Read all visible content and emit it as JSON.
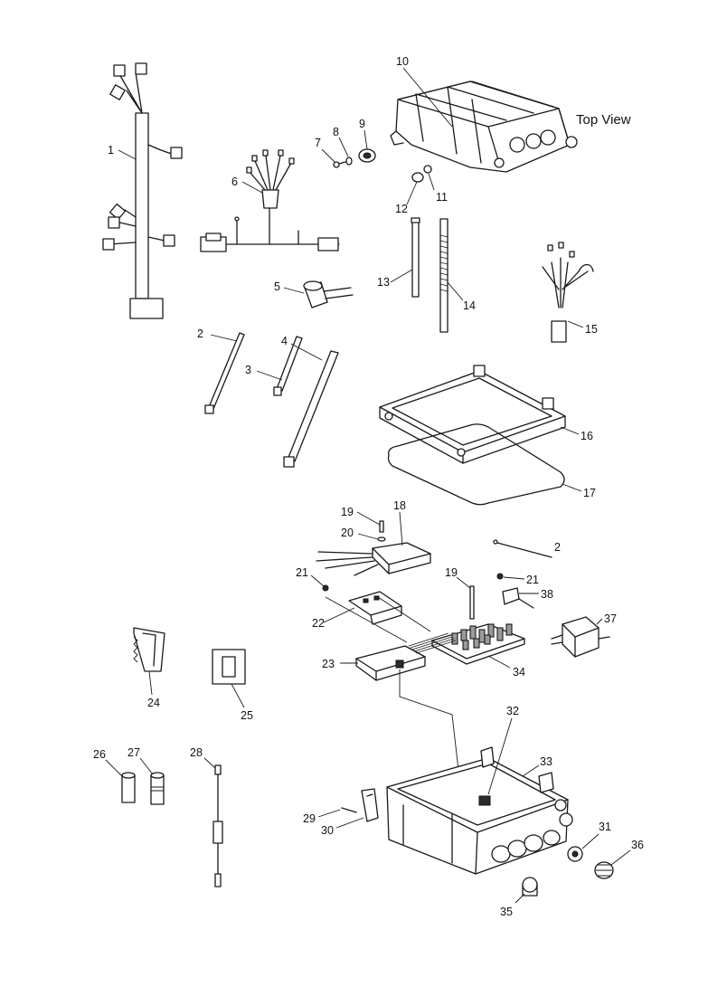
{
  "title": "Top View",
  "callouts": [
    {
      "id": "c1",
      "label": "1"
    },
    {
      "id": "c2a",
      "label": "2"
    },
    {
      "id": "c2b",
      "label": "2"
    },
    {
      "id": "c3",
      "label": "3"
    },
    {
      "id": "c4",
      "label": "4"
    },
    {
      "id": "c5",
      "label": "5"
    },
    {
      "id": "c6",
      "label": "6"
    },
    {
      "id": "c7",
      "label": "7"
    },
    {
      "id": "c8",
      "label": "8"
    },
    {
      "id": "c9",
      "label": "9"
    },
    {
      "id": "c10",
      "label": "10"
    },
    {
      "id": "c11",
      "label": "11"
    },
    {
      "id": "c12",
      "label": "12"
    },
    {
      "id": "c13",
      "label": "13"
    },
    {
      "id": "c14",
      "label": "14"
    },
    {
      "id": "c15",
      "label": "15"
    },
    {
      "id": "c16",
      "label": "16"
    },
    {
      "id": "c17",
      "label": "17"
    },
    {
      "id": "c18",
      "label": "18"
    },
    {
      "id": "c19a",
      "label": "19"
    },
    {
      "id": "c19b",
      "label": "19"
    },
    {
      "id": "c20",
      "label": "20"
    },
    {
      "id": "c21a",
      "label": "21"
    },
    {
      "id": "c21b",
      "label": "21"
    },
    {
      "id": "c22",
      "label": "22"
    },
    {
      "id": "c23",
      "label": "23"
    },
    {
      "id": "c24",
      "label": "24"
    },
    {
      "id": "c25",
      "label": "25"
    },
    {
      "id": "c26",
      "label": "26"
    },
    {
      "id": "c27",
      "label": "27"
    },
    {
      "id": "c28",
      "label": "28"
    },
    {
      "id": "c29",
      "label": "29"
    },
    {
      "id": "c30",
      "label": "30"
    },
    {
      "id": "c31",
      "label": "31"
    },
    {
      "id": "c32",
      "label": "32"
    },
    {
      "id": "c33",
      "label": "33"
    },
    {
      "id": "c34",
      "label": "34"
    },
    {
      "id": "c35",
      "label": "35"
    },
    {
      "id": "c36",
      "label": "36"
    },
    {
      "id": "c37",
      "label": "37"
    },
    {
      "id": "c38",
      "label": "38"
    }
  ]
}
